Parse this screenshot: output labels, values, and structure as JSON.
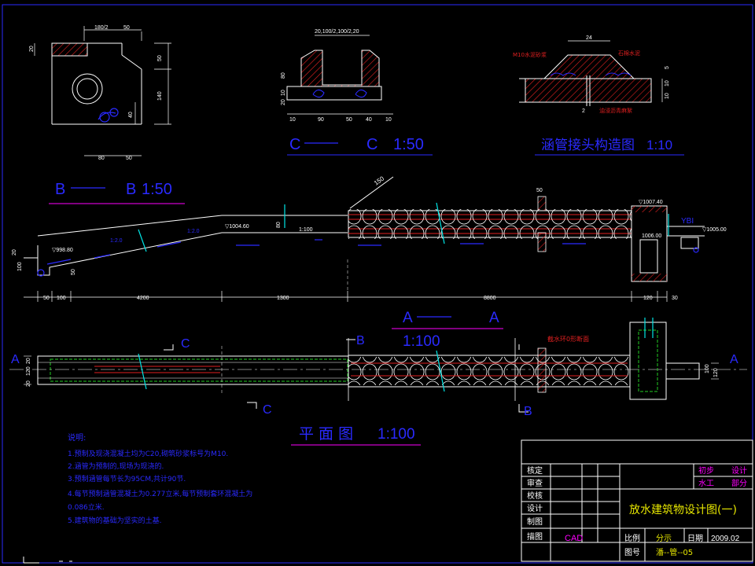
{
  "colors": {
    "background": "#000000",
    "line": "#ffffff",
    "blue": "#2a2aff",
    "red": "#e02020",
    "magenta": "#ff00ff",
    "cyan": "#00e5e5",
    "green": "#22cc22",
    "yellow": "#e6e600"
  },
  "section_c": {
    "title_left": "C",
    "title_right": "C",
    "scale": "1:50",
    "dims_top": [
      "20",
      "100/2",
      "100/2",
      "20"
    ],
    "dims_bottom": [
      "10",
      "90",
      "50",
      "40",
      "10"
    ],
    "dims_left": [
      "80",
      "10",
      "20"
    ]
  },
  "pipe_joint": {
    "title": "涵管接头构造图",
    "scale": "1:10",
    "dim_top": "24",
    "label_left": "M10水泥砂浆",
    "label_right": "石棉水泥",
    "label_bottom": "油浸沥青麻絮",
    "dims_right": [
      "5",
      "10",
      "10"
    ],
    "dim_small": "2"
  },
  "section_b": {
    "title_left": "B",
    "title_right": "B",
    "scale": "1:50",
    "elevations": [
      "▽998.80",
      "▽1004.60",
      "▽1007.40",
      "1006.00",
      "▽1005.00"
    ],
    "slopes": [
      "1:2.0",
      "1:2.0",
      "1:100"
    ],
    "dims": [
      "50",
      "100",
      "4200",
      "1300",
      "8800",
      "120",
      "30"
    ],
    "dims_left": [
      "20",
      "100",
      "50"
    ],
    "leader": "150",
    "dim_top": "50",
    "dim_80": "80",
    "tag": "YBI"
  },
  "plan": {
    "title": "平 面 图",
    "scale": "1:100",
    "section_a_title_left": "A",
    "section_a_title_right": "A",
    "section_a_scale": "1:100",
    "marks": [
      "A",
      "A",
      "B",
      "B",
      "C",
      "C"
    ],
    "label_red": "截水环0形断面",
    "dims_left": [
      "20",
      "120",
      "20"
    ],
    "dims_right": [
      "100",
      "120"
    ]
  },
  "notes": {
    "heading": "说明:",
    "items": [
      "1.预制及现浇混凝土均为C20,砌筑砂浆标号为M10.",
      "2.涵管为预制的,现场为现浇的.",
      "3.预制涵管每节长为95CM,共计90节.",
      "4.每节预制涵管混凝土为0.277立米,每节预制套环混凝土为",
      "0.086立米.",
      "5.建筑物的基础为坚实的土基."
    ]
  },
  "title_block": {
    "roles": [
      "核定",
      "审查",
      "校核",
      "设计",
      "制图",
      "描图"
    ],
    "stage": [
      "初步",
      "设计"
    ],
    "dept": [
      "水工",
      "部分"
    ],
    "drawing_title": "放水建筑物设计图(一)",
    "cad": "CAD",
    "scale_label": "比例",
    "scale_value": "分示",
    "date_label": "日期",
    "date_value": "2009.02",
    "drawing_no_label": "图号",
    "drawing_no": "潘--管--05"
  }
}
